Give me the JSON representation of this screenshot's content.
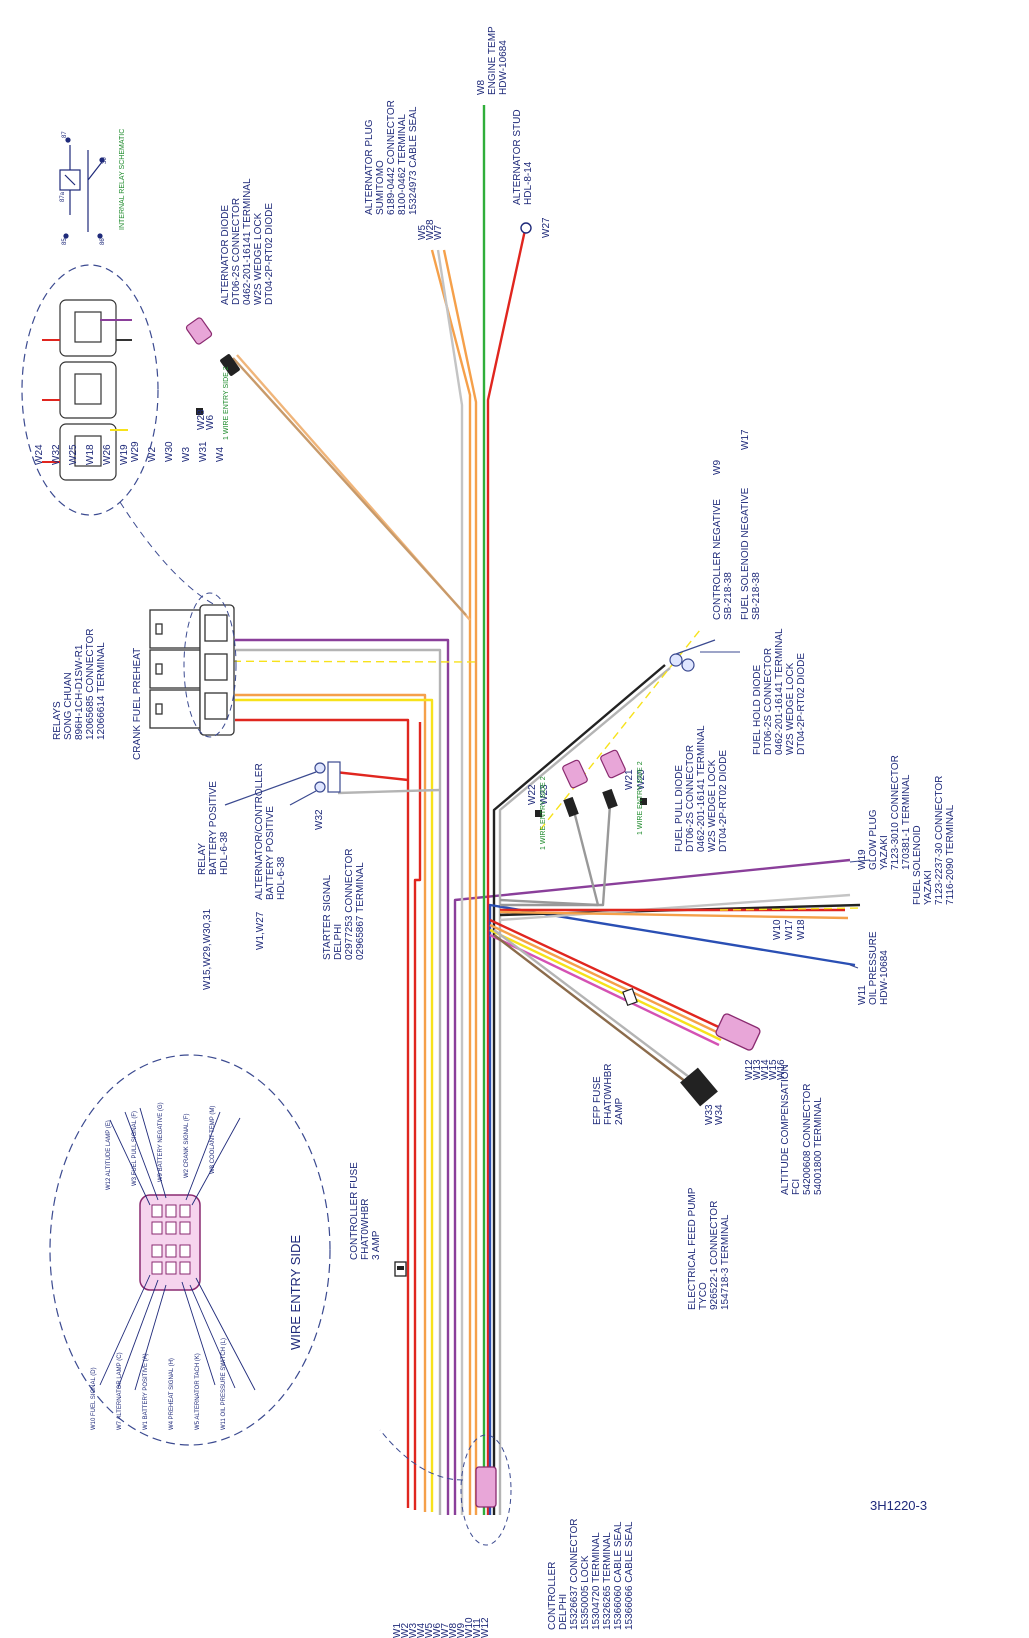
{
  "drawing_number": "3H1220-3",
  "wire_colors": {
    "red": "#e0261f",
    "orange": "#f5a04a",
    "yellow": "#f7e21b",
    "gray": "#b4b4b4",
    "purple": "#8a3f9a",
    "green": "#2fae3a",
    "blue": "#2a4fb4",
    "black": "#222222",
    "tan": "#c89a6a",
    "pink": "#d452b4"
  },
  "labels": {
    "engine_temp": [
      "W8",
      "ENGINE TEMP",
      "HDW-10684"
    ],
    "alternator_plug": [
      "ALTERNATOR PLUG",
      "SUMITOMO",
      "6189-0442 CONNECTOR",
      "8100-0462 TERMINAL",
      "15324973 CABLE SEAL"
    ],
    "alternator_plug_wires": [
      "W5",
      "W28",
      "W7"
    ],
    "alternator_stud": [
      "ALTERNATOR STUD",
      "HDL-8-14",
      "W27"
    ],
    "alternator_diode": [
      "ALTERNATOR DIODE",
      "DT06-2S CONNECTOR",
      "0462-201-16141 TERMINAL",
      "W2S WEDGE LOCK",
      "DT04-2P-RT02 DIODE"
    ],
    "alt_diode_wires": [
      "W28",
      "W6"
    ],
    "wire_entry_side": "WIRE ENTRY SIDE",
    "wire_entry_side_small": "1  WIRE ENTRY SIDE  2",
    "internal_relay_schematic": "INTERNAL RELAY SCHEMATIC",
    "relay_pins": {
      "p87": "87",
      "p87a": "87a",
      "p30": "30",
      "p85": "85",
      "p86": "86"
    },
    "relay_block_wires": [
      "W24",
      "W32",
      "W25",
      "W18",
      "W26",
      "W19",
      "W29",
      "W2",
      "W30",
      "W3",
      "W31",
      "W4"
    ],
    "relays": [
      "RELAYS",
      "SONG CHUAN",
      "896H-1CH-D1SW-R1",
      "12065685 CONNECTOR",
      "12066614 TERMINAL"
    ],
    "relay_functions": [
      "CRANK",
      "FUEL",
      "PREHEAT"
    ],
    "controller_negative": [
      "CONTROLLER NEGATIVE",
      "SB-218-38",
      "W9"
    ],
    "fuel_solenoid_negative": [
      "FUEL SOLENOID NEGATIVE",
      "SB-218-38",
      "W17"
    ],
    "relay_battery_positive": [
      "RELAY",
      "BATTERY POSITIVE",
      "HDL-6-38"
    ],
    "relay_battery_wires": "W15,W29,W30,31",
    "alt_controller_battery": [
      "ALTERNATOR/CONTROLLER",
      "BATTERY POSITIVE",
      "HDL-6-38"
    ],
    "alt_controller_wires": "W1,W27",
    "starter_signal": [
      "W32",
      "STARTER SIGNAL",
      "DELPHI",
      "02977253 CONNECTOR",
      "02965867 TERMINAL"
    ],
    "fuel_pull_diode": [
      "FUEL PULL DIODE",
      "DT06-2S CONNECTOR",
      "0462-201-16141 TERMINAL",
      "W2S WEDGE LOCK",
      "DT04-2P-RT02 DIODE"
    ],
    "fuel_pull_wires": [
      "W22",
      "W23"
    ],
    "fuel_hold_diode": [
      "FUEL HOLD DIODE",
      "DT06-2S CONNECTOR",
      "0462-201-16141 TERMINAL",
      "W2S WEDGE LOCK",
      "DT04-2P-RT02 DIODE"
    ],
    "fuel_hold_wires": [
      "W21",
      "W20"
    ],
    "glow_plug": [
      "W19",
      "GLOW PLUG",
      "YAZAKI",
      "7123-3010 CONNECTOR",
      "170381-1 TERMINAL"
    ],
    "fuel_solenoid": [
      "FUEL SOLENOID",
      "YAZAKI",
      "7123-2237-30 CONNECTOR",
      "7116-2090 TERMINAL"
    ],
    "fuel_solenoid_wires": [
      "W10",
      "W17",
      "W18"
    ],
    "oil_pressure": [
      "W11",
      "OIL PRESSURE",
      "HDW-10684"
    ],
    "altitude_compensation": [
      "ALTITUDE COMPENSATION",
      "FCI",
      "54200608 CONNECTOR",
      "54001800 TERMINAL"
    ],
    "altitude_wires": [
      "W12",
      "W13",
      "W14",
      "W15",
      "W16"
    ],
    "efp_fuse": [
      "EFP FUSE",
      "FHAT0WHBR",
      "2AMP"
    ],
    "efp_wires": [
      "W33",
      "W34"
    ],
    "electrical_feed_pump": [
      "ELECTRICAL FEED PUMP",
      "TYCO",
      "926522-1 CONNECTOR",
      "154718-3 TERMINAL"
    ],
    "controller_fuse": [
      "CONTROLLER FUSE",
      "FHAT0WHBR",
      "3 AMP"
    ],
    "controller": [
      "CONTROLLER",
      "DELPHI",
      "15326637 CONNECTOR",
      "15350005 LOCK",
      "15304720 TERMINAL",
      "15326265 TERMINAL",
      "15366060 CABLE SEAL",
      "15366066 CABLE SEAL"
    ],
    "controller_wires": [
      "W1",
      "W2",
      "W3",
      "W4",
      "W5",
      "W6",
      "W7",
      "W8",
      "W9",
      "W10",
      "W11",
      "W12"
    ],
    "pinout_left": [
      "W12 ALTITUDE LAMP (E)",
      "W3 FUEL PULL SIGNAL (F)",
      "W9 BATTERY NEGATIVE (G)",
      "W2 CRANK SIGNAL (F)",
      "W8 COOLANT TEMP (M)"
    ],
    "pinout_right": [
      "W10 FUEL SIGNAL (D)",
      "W7 ALTERNATOR LAMP (C)",
      "W1 BATTERY POSITIVE (A)",
      "W4 PREHEAT SIGNAL (H)",
      "W5 ALTERNATOR TACH (K)",
      "W11 OIL PRESSURE SWITCH (L)"
    ]
  }
}
